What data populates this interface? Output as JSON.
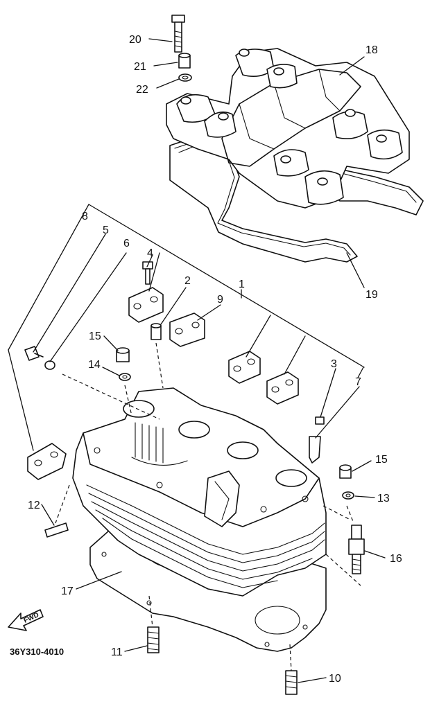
{
  "callouts": {
    "c1": "1",
    "c2": "2",
    "c3": "3",
    "c4": "4",
    "c5": "5",
    "c6": "6",
    "c7": "7",
    "c8": "8",
    "c9": "9",
    "c10": "10",
    "c11": "11",
    "c12": "12",
    "c13": "13",
    "c14": "14",
    "c15a": "15",
    "c15b": "15",
    "c16": "16",
    "c17": "17",
    "c18": "18",
    "c19": "19",
    "c20": "20",
    "c21": "21",
    "c22": "22"
  },
  "part_code": "36Y310-4010",
  "fwd_label": "FWD"
}
